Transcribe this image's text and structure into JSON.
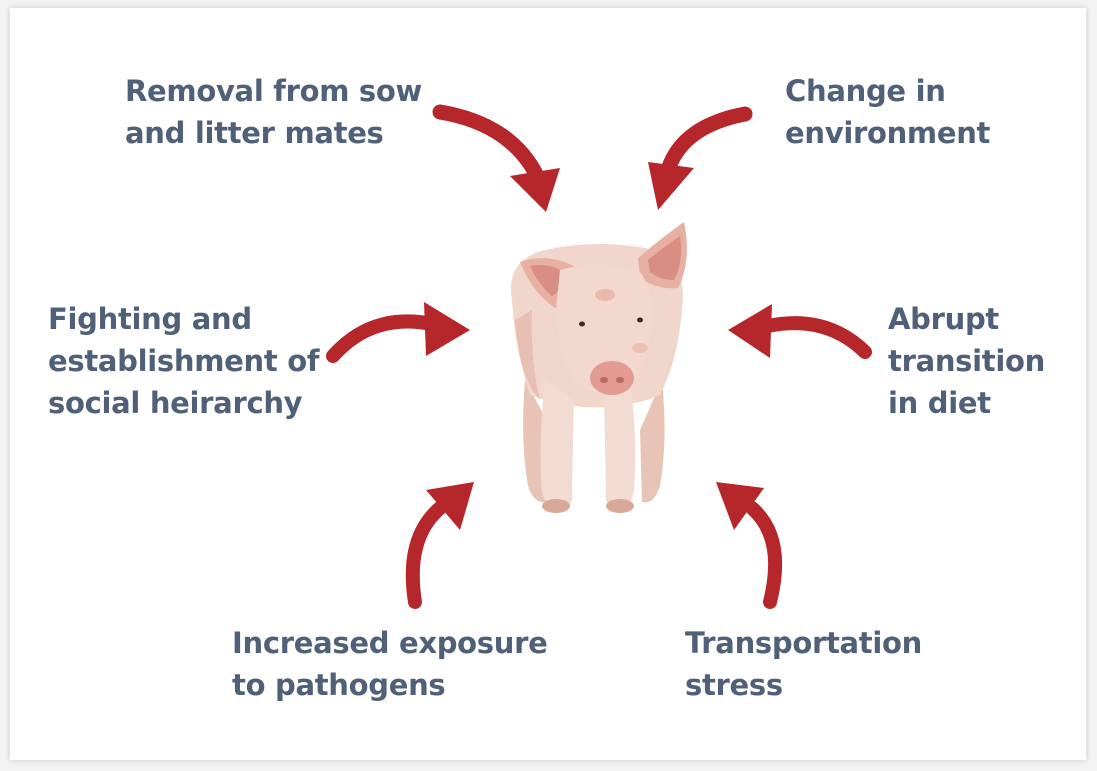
{
  "diagram": {
    "center": "piglet-image",
    "stressors": [
      {
        "id": "removal",
        "lines": [
          "Removal from sow",
          "and litter mates"
        ]
      },
      {
        "id": "environment",
        "lines": [
          "Change in",
          "environment"
        ]
      },
      {
        "id": "fighting",
        "lines": [
          "Fighting and",
          "establishment of",
          "social heirarchy"
        ]
      },
      {
        "id": "diet",
        "lines": [
          "Abrupt",
          "transition",
          "in diet"
        ]
      },
      {
        "id": "pathogens",
        "lines": [
          "Increased exposure",
          "to pathogens"
        ]
      },
      {
        "id": "transport",
        "lines": [
          "Transportation",
          "stress"
        ]
      }
    ]
  },
  "colors": {
    "arrow": "#b5272a",
    "text": "#4f6078",
    "background": "#ffffff"
  }
}
